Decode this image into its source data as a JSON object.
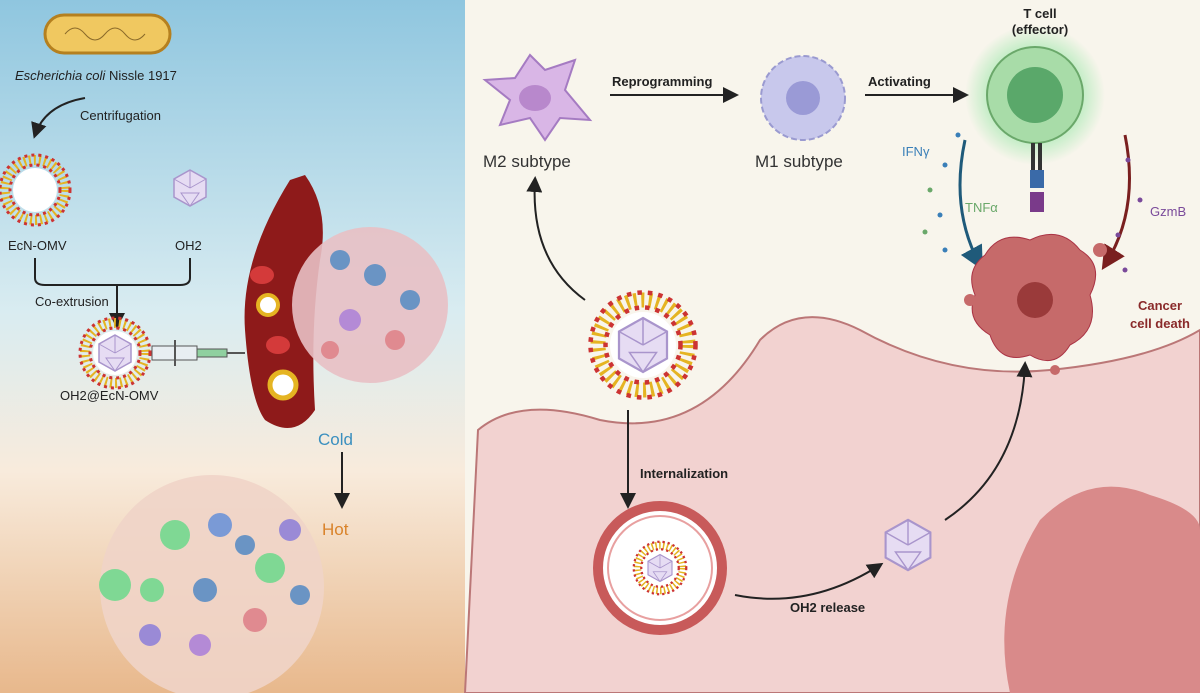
{
  "left_panel": {
    "bacterium_label_italic": "Escherichia coli",
    "bacterium_label_strain": "Nissle 1917",
    "step1": "Centrifugation",
    "omv_label": "EcN-OMV",
    "virus_label": "OH2",
    "step2": "Co-extrusion",
    "product_label": "OH2@EcN-OMV",
    "cold_label": "Cold",
    "hot_label": "Hot"
  },
  "right_panel": {
    "m2_label": "M2 subtype",
    "reprogramming": "Reprogramming",
    "m1_label": "M1 subtype",
    "activating": "Activating",
    "tcell_line1": "T cell",
    "tcell_line2": "(effector)",
    "ifng": "IFNγ",
    "tnfa": "TNFα",
    "gzmb": "GzmB",
    "death_line1": "Cancer",
    "death_line2": "cell death",
    "internalization": "Internalization",
    "release": "OH2 release"
  },
  "colors": {
    "ifng": "#3a7fb8",
    "tnfa": "#6aa86a",
    "gzmb": "#7a4a9a",
    "cold": "#3a8fbf",
    "hot": "#d9832a",
    "death": "#8a2a2a"
  }
}
